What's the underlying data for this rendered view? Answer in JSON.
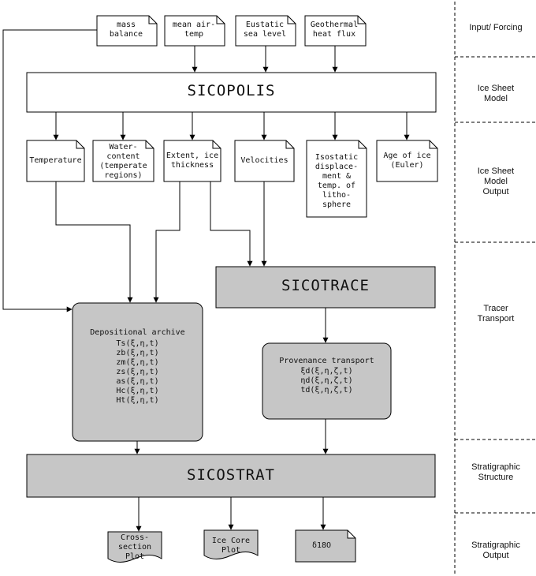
{
  "inputs": {
    "mass_balance": "mass\nbalance",
    "air_temp": "mean air-\ntemp",
    "sea_level": "Eustatic\nsea level",
    "geothermal": "Geothermal\nheat flux"
  },
  "sicopolis": "SICOPOLIS",
  "outputs": {
    "temperature": "Temperature",
    "water_content": "Water-\ncontent\n(temperate\nregions)",
    "extent": "Extent, ice\nthickness",
    "velocities": "Velocities",
    "isostatic": "Isostatic\ndisplace-\nment &\ntemp. of\nlitho-\nsphere",
    "age": "Age of ice\n(Euler)"
  },
  "sicotrace": "SICOTRACE",
  "archive": {
    "title": "Depositional archive",
    "vars": [
      "Ts(ξ,η,t)",
      "zb(ξ,η,t)",
      "zm(ξ,η,t)",
      "zs(ξ,η,t)",
      "as(ξ,η,t)",
      "Hc(ξ,η,t)",
      "Ht(ξ,η,t)"
    ]
  },
  "provenance": {
    "title": "Provenance  transport",
    "vars": [
      "ξd(ξ,η,ζ,t)",
      "ηd(ξ,η,ζ,t)",
      "td(ξ,η,ζ,t)"
    ]
  },
  "sicostrat": "SICOSTRAT",
  "final": {
    "cross_section": "Cross-\nsection\nPlot",
    "ice_core": "Ice Core\nPlot",
    "d18o": "δ18O"
  },
  "stages": {
    "input": "Input/ Forcing",
    "model": "Ice Sheet\nModel",
    "model_output": "Ice Sheet\nModel\nOutput",
    "tracer": "Tracer\nTransport",
    "strat_structure": "Stratigraphic\nStructure",
    "strat_output": "Stratigraphic\nOutput"
  }
}
